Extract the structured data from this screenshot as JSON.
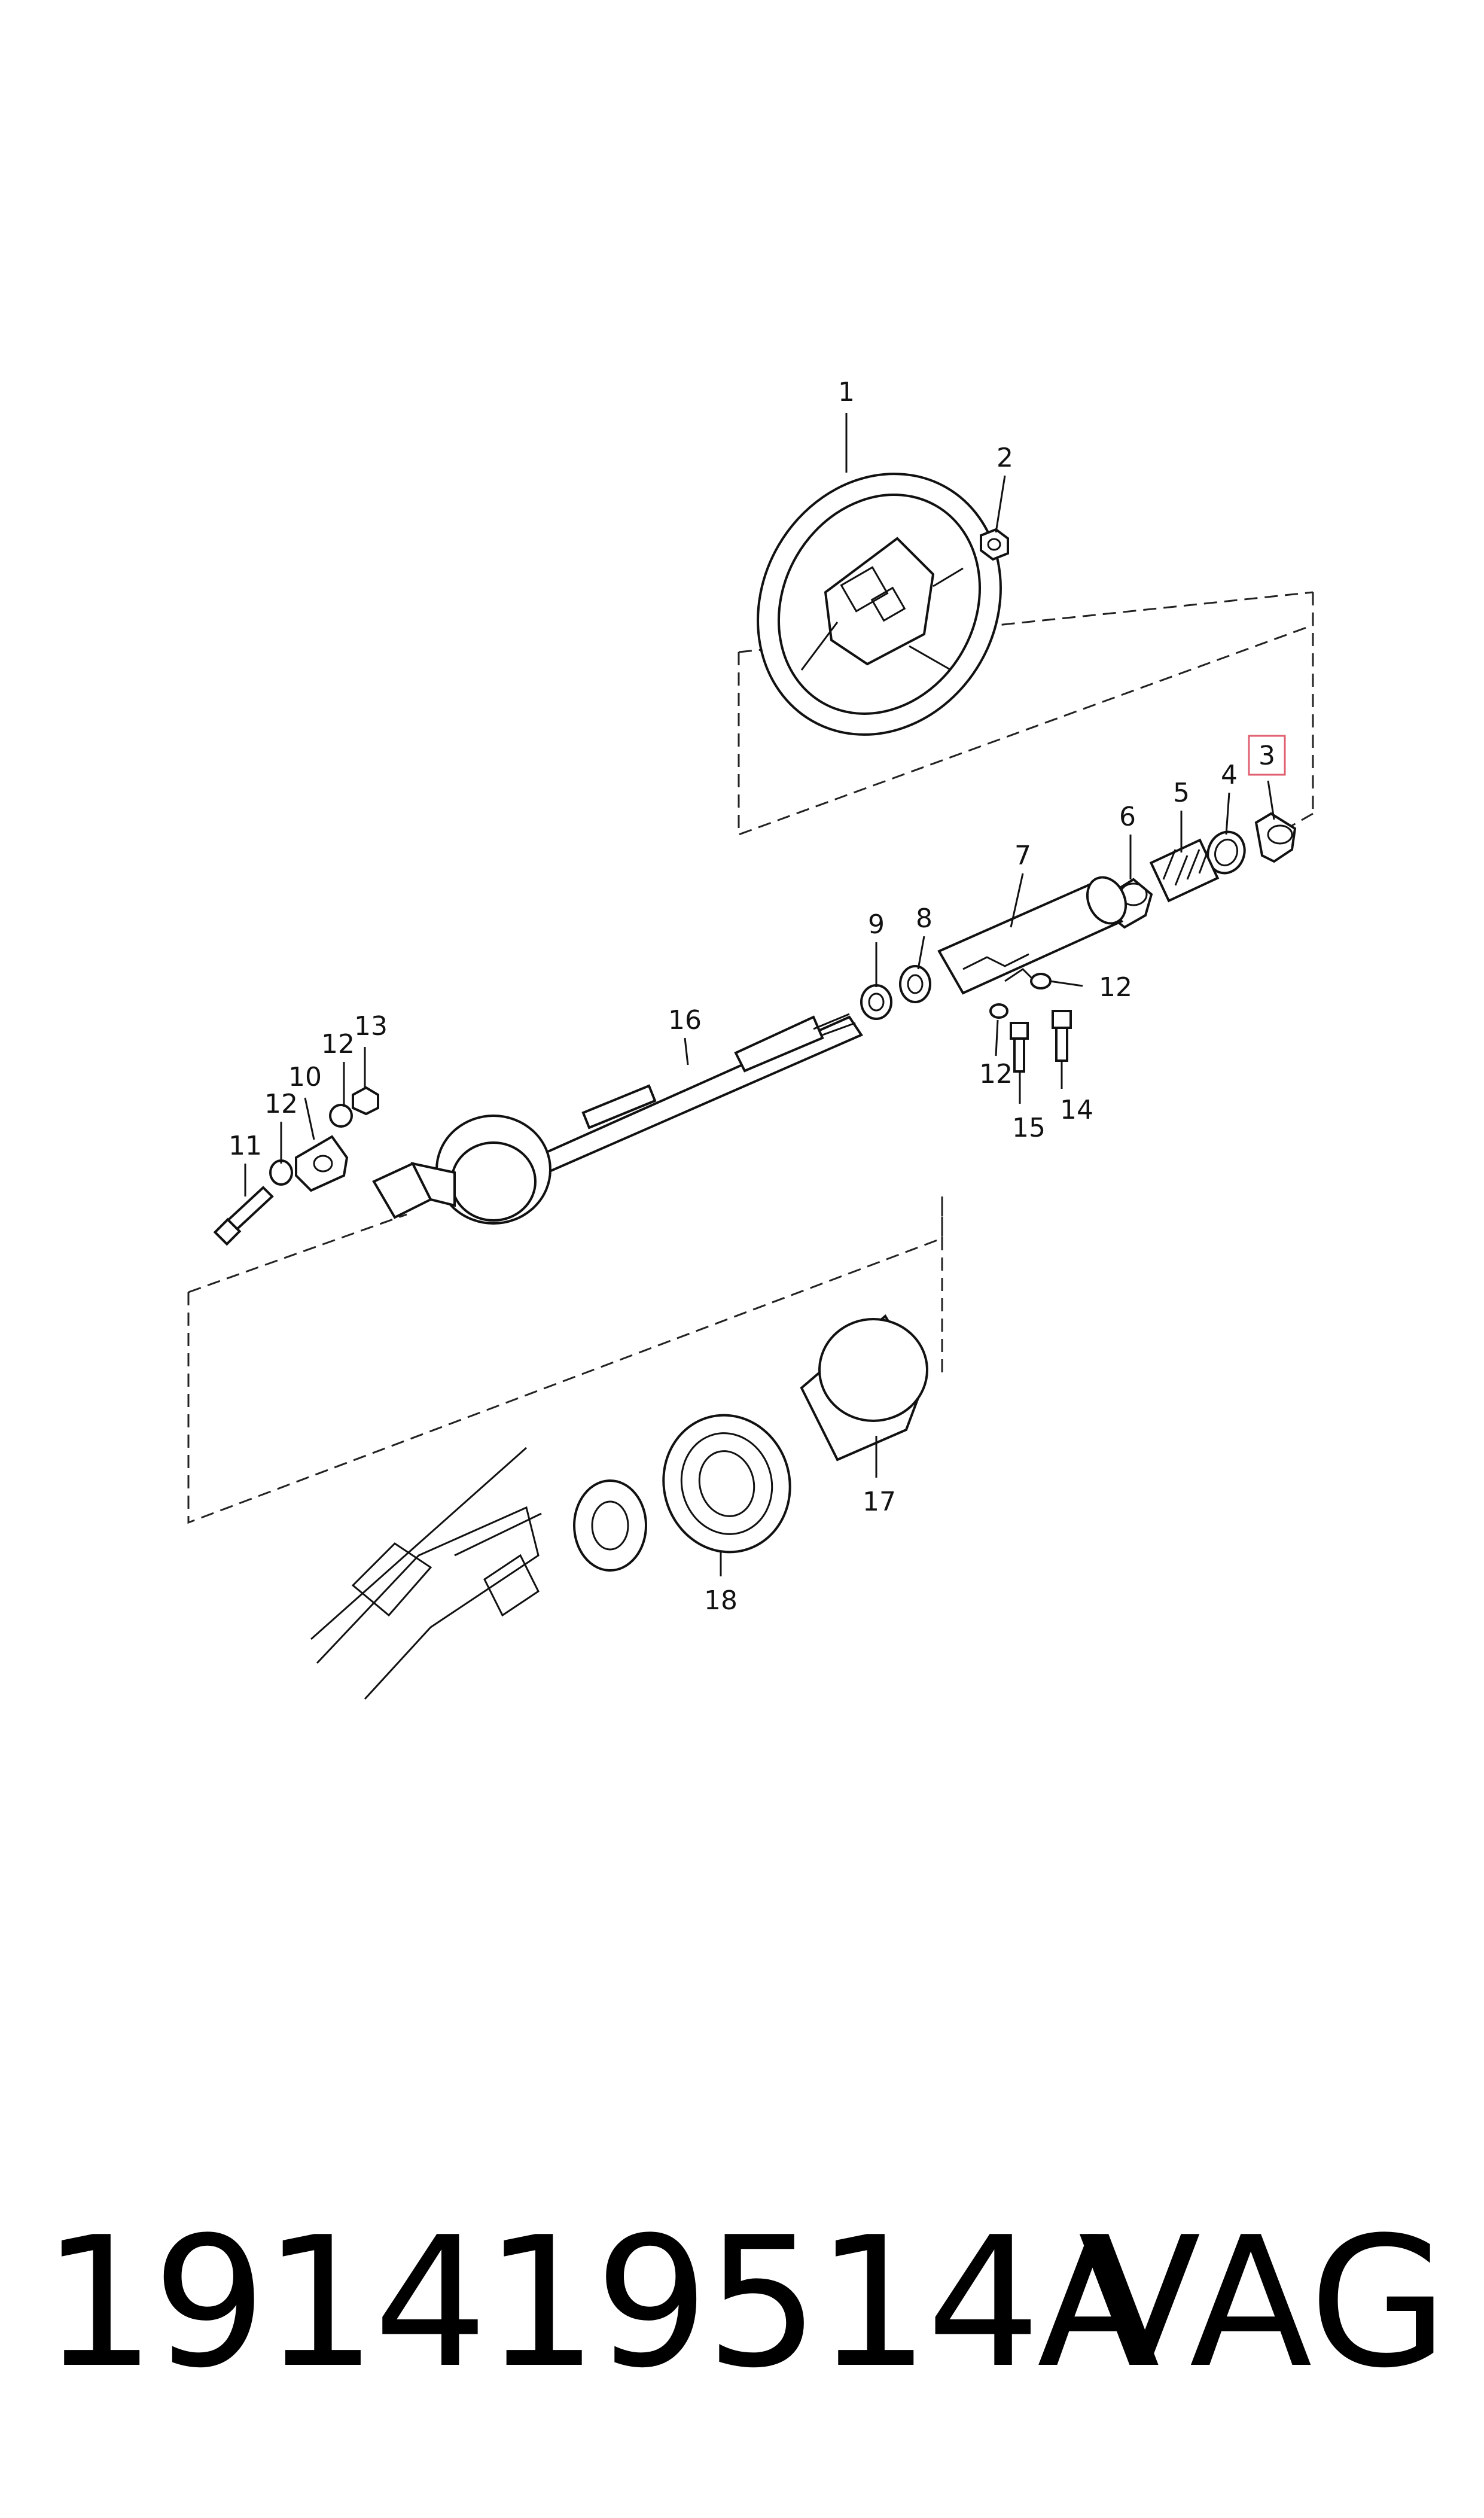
{
  "callouts": {
    "c1": "1",
    "c2": "2",
    "c3": "3",
    "c4": "4",
    "c5": "5",
    "c6": "6",
    "c7": "7",
    "c8": "8",
    "c9": "9",
    "c10": "10",
    "c11": "11",
    "c12a": "12",
    "c12b": "12",
    "c12c": "12",
    "c12d": "12",
    "c13": "13",
    "c14": "14",
    "c15": "15",
    "c16": "16",
    "c17": "17",
    "c18": "18"
  },
  "highlight_color": "#e06070",
  "footer": {
    "part_number": "191419514A",
    "brand": "VAG"
  }
}
